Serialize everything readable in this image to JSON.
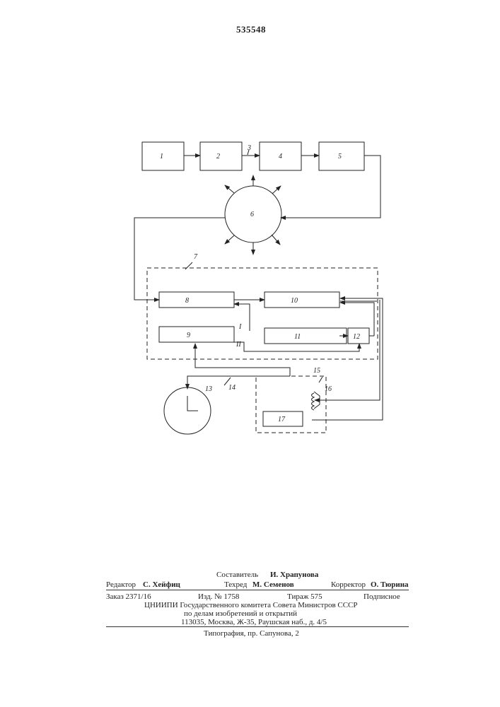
{
  "patent_number": "535548",
  "diagram": {
    "blocks": {
      "b1": "1",
      "b2": "2",
      "b3": "3",
      "b4": "4",
      "b5": "5",
      "b6": "6",
      "b7": "7",
      "b8": "8",
      "b9": "9",
      "b10": "10",
      "b11": "11",
      "b12": "12",
      "b13": "13",
      "b14": "14",
      "b15": "15",
      "b16": "16",
      "b17": "17"
    },
    "roman_labels": {
      "one": "I",
      "two": "II"
    }
  },
  "credits": {
    "compiler_role": "Составитель",
    "compiler_name": "И. Храпунова",
    "editor_role": "Редактор",
    "editor_name": "С. Хейфиц",
    "techred_role": "Техред",
    "techred_name": "М. Семенов",
    "corrector_role": "Корректор",
    "corrector_name": "О. Тюрина",
    "order": "Заказ 2371/16",
    "edition": "Изд. № 1758",
    "circulation": "Тираж 575",
    "subscription": "Подписное",
    "org_line1": "ЦНИИПИ Государственного комитета Совета Министров СССР",
    "org_line2": "по делам изобретений и открытий",
    "org_line3": "113035, Москва, Ж-35, Раушская наб., д. 4/5",
    "printer": "Типография, пр. Сапунова, 2"
  }
}
